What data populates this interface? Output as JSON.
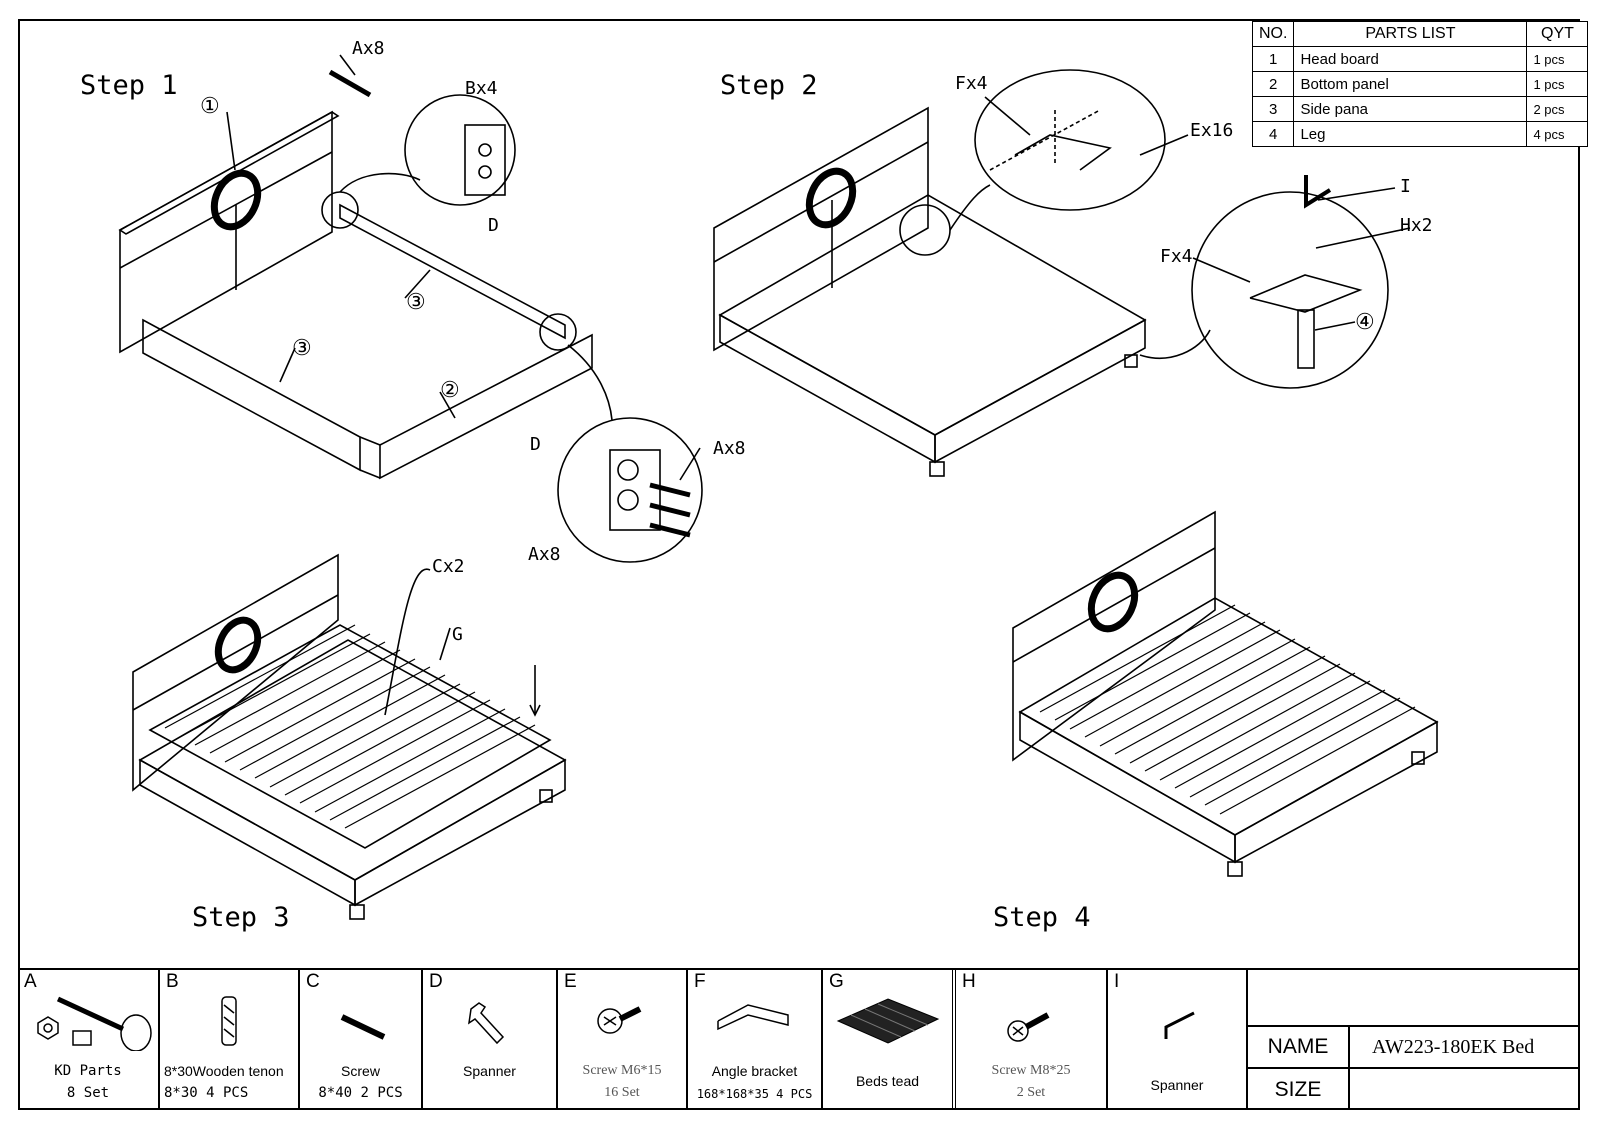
{
  "steps": {
    "step1": "Step 1",
    "step2": "Step 2",
    "step3": "Step 3",
    "step4": "Step 4"
  },
  "callouts": {
    "ax8_top": "Ax8",
    "bx4": "Bx4",
    "d_top": "D",
    "ax8_right": "Ax8",
    "d_left": "D",
    "ax8_bottom": "Ax8",
    "fx4_top": "Fx4",
    "ex16": "Ex16",
    "i": "I",
    "hx2": "Hx2",
    "fx4_side": "Fx4",
    "cx2": "Cx2",
    "g": "G",
    "n1": "①",
    "n2": "②",
    "n3a": "③",
    "n3b": "③",
    "n4": "④"
  },
  "parts_list": {
    "headers": {
      "no": "NO.",
      "name": "PARTS  LIST",
      "qty": "QYT"
    },
    "rows": [
      {
        "no": "1",
        "name": "Head board",
        "qty": "1 pcs"
      },
      {
        "no": "2",
        "name": "Bottom panel",
        "qty": "1 pcs"
      },
      {
        "no": "3",
        "name": "Side pana",
        "qty": "2 pcs"
      },
      {
        "no": "4",
        "name": "Leg",
        "qty": "4 pcs"
      }
    ]
  },
  "hardware": [
    {
      "letter": "A",
      "desc": "KD Parts",
      "qty": "8 Set",
      "icon": "kd-parts-icon"
    },
    {
      "letter": "B",
      "desc": "8*30Wooden tenon",
      "qty": "8*30 4 PCS",
      "icon": "wooden-tenon-icon"
    },
    {
      "letter": "C",
      "desc": "Screw",
      "qty": "8*40 2 PCS",
      "icon": "screw-icon"
    },
    {
      "letter": "D",
      "desc": "Spanner",
      "qty": "",
      "icon": "spanner-icon"
    },
    {
      "letter": "E",
      "desc": "Screw M6*15",
      "qty": "16 Set",
      "icon": "screw-m6-icon"
    },
    {
      "letter": "F",
      "desc": "Angle bracket",
      "qty": "168*168*35 4 PCS",
      "icon": "angle-bracket-icon"
    },
    {
      "letter": "G",
      "desc": "Beds tead",
      "qty": "",
      "icon": "bedstead-slats-icon"
    },
    {
      "letter": "H",
      "desc": "Screw M8*25",
      "qty": "2 Set",
      "icon": "screw-m8-icon"
    },
    {
      "letter": "I",
      "desc": "Spanner",
      "qty": "",
      "icon": "allen-key-icon"
    }
  ],
  "title_block": {
    "name_label": "NAME",
    "name_value": "AW223-180EK Bed",
    "size_label": "SIZE",
    "size_value": ""
  }
}
